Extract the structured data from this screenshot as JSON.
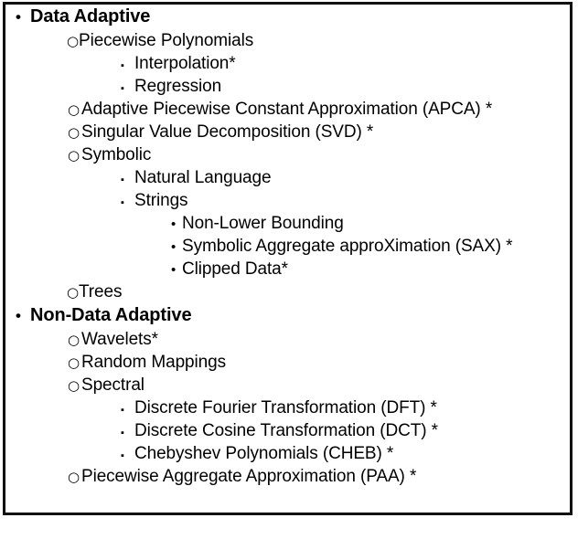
{
  "frame": {
    "border_color": "#111111",
    "background_color": "#ffffff",
    "text_color": "#000000"
  },
  "glyphs": {
    "disc": "•",
    "circle": "○",
    "square": "▪"
  },
  "taxonomy": {
    "nodes": [
      {
        "level": 1,
        "bullet": "disc",
        "label": "Data Adaptive",
        "tight": false
      },
      {
        "level": 2,
        "bullet": "circle",
        "label": "Piecewise Polynomials",
        "tight": true
      },
      {
        "level": 3,
        "bullet": "square",
        "label": "Interpolation*",
        "tight": false
      },
      {
        "level": 3,
        "bullet": "square",
        "label": "Regression",
        "tight": false
      },
      {
        "level": 2,
        "bullet": "circle",
        "label": "Adaptive Piecewise Constant Approximation (APCA) *",
        "tight": false
      },
      {
        "level": 2,
        "bullet": "circle",
        "label": "Singular Value Decomposition (SVD) *",
        "tight": false
      },
      {
        "level": 2,
        "bullet": "circle",
        "label": "Symbolic",
        "tight": false
      },
      {
        "level": 3,
        "bullet": "square",
        "label": "Natural Language",
        "tight": false
      },
      {
        "level": 3,
        "bullet": "square",
        "label": "Strings",
        "tight": false
      },
      {
        "level": 4,
        "bullet": "disc",
        "label": "Non-Lower Bounding",
        "tight": false
      },
      {
        "level": 4,
        "bullet": "disc",
        "label": "Symbolic Aggregate approXimation (SAX) *",
        "tight": false
      },
      {
        "level": 4,
        "bullet": "disc",
        "label": "Clipped Data*",
        "tight": false
      },
      {
        "level": 2,
        "bullet": "circle",
        "label": "Trees",
        "tight": true
      },
      {
        "level": 1,
        "bullet": "disc",
        "label": "Non-Data Adaptive",
        "tight": false
      },
      {
        "level": 2,
        "bullet": "circle",
        "label": "Wavelets*",
        "tight": false
      },
      {
        "level": 2,
        "bullet": "circle",
        "label": "Random Mappings",
        "tight": false
      },
      {
        "level": 2,
        "bullet": "circle",
        "label": "Spectral",
        "tight": false
      },
      {
        "level": 3,
        "bullet": "square",
        "label": "Discrete Fourier Transformation (DFT) *",
        "tight": false
      },
      {
        "level": 3,
        "bullet": "square",
        "label": "Discrete Cosine Transformation (DCT) *",
        "tight": false
      },
      {
        "level": 3,
        "bullet": "square",
        "label": "Chebyshev Polynomials (CHEB) *",
        "tight": false
      },
      {
        "level": 2,
        "bullet": "circle",
        "label": "Piecewise Aggregate Approximation (PAA) *",
        "tight": false
      }
    ]
  }
}
